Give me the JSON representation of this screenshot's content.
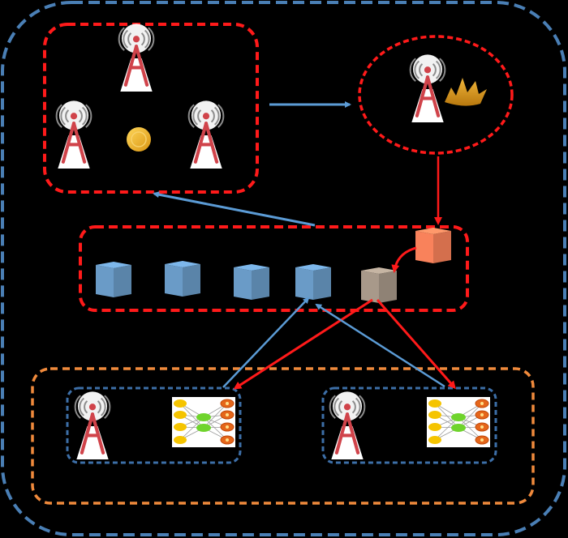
{
  "diagram": {
    "type": "network-architecture",
    "background": "#000000",
    "colors": {
      "outer_border": "#4a7fb5",
      "selection_group": "#ff1a1a",
      "leader_group": "#ff1a1a",
      "blockchain_group": "#ff1a1a",
      "edge_layer_group": "#f08a3c",
      "edge_node_group": "#3d6fa8",
      "flow_blue": "#5b9bd5",
      "flow_red": "#ff1a1a",
      "block_blue": "#6a9bc7",
      "block_gray": "#a8998a",
      "block_orange": "#f9825b",
      "tower_red": "#d0434a",
      "tower_gray": "#8c8c8c",
      "coin_gold": "#f0b429",
      "crown_gold": "#d99a1c",
      "nn_input": "#f5c400",
      "nn_hidden": "#6fd42c",
      "nn_output": "#e5661a"
    },
    "groups": [
      {
        "id": "candidate-pool",
        "shape": "rounded-rect",
        "members": [
          "base-station",
          "base-station",
          "base-station",
          "coin"
        ]
      },
      {
        "id": "leader",
        "shape": "ellipse",
        "members": [
          "base-station",
          "crown"
        ]
      },
      {
        "id": "blockchain",
        "shape": "rounded-rect",
        "blocks": [
          "blue",
          "blue",
          "blue",
          "blue",
          "gray",
          "orange"
        ]
      },
      {
        "id": "edge-layer",
        "shape": "rounded-rect",
        "members": [
          "edge-node-1",
          "edge-node-2"
        ]
      },
      {
        "id": "edge-node-1",
        "shape": "rounded-rect",
        "members": [
          "base-station",
          "neural-network"
        ]
      },
      {
        "id": "edge-node-2",
        "shape": "rounded-rect",
        "members": [
          "base-station",
          "neural-network"
        ]
      }
    ],
    "flows": [
      {
        "from": "candidate-pool",
        "to": "leader",
        "color": "blue"
      },
      {
        "from": "leader",
        "to": "blockchain",
        "color": "red"
      },
      {
        "from": "blockchain",
        "to": "candidate-pool",
        "color": "blue"
      },
      {
        "from": "new-block",
        "to": "pending-block",
        "color": "red"
      },
      {
        "from": "pending-block",
        "to": "edge-node-1",
        "color": "red"
      },
      {
        "from": "pending-block",
        "to": "edge-node-2",
        "color": "red"
      },
      {
        "from": "edge-node-1",
        "to": "latest-block",
        "color": "blue"
      },
      {
        "from": "edge-node-2",
        "to": "latest-block",
        "color": "blue"
      }
    ]
  }
}
